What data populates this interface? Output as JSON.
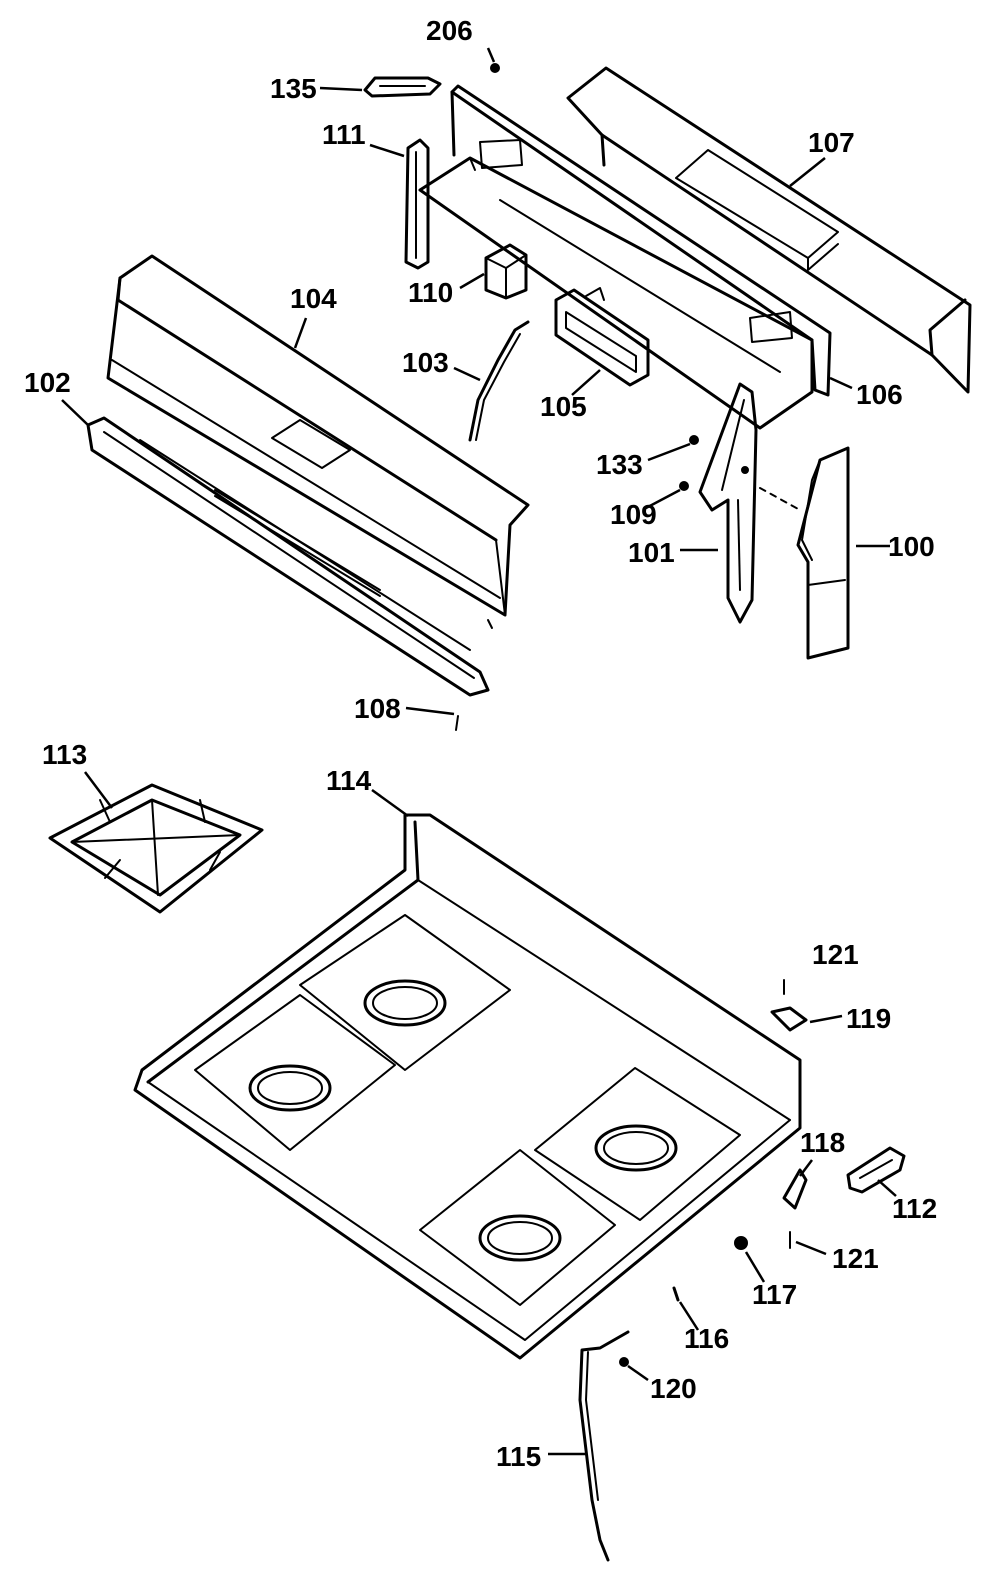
{
  "callouts": {
    "p206": "206",
    "p135": "135",
    "p111": "111",
    "p107": "107",
    "p104": "104",
    "p110": "110",
    "p103": "103",
    "p102": "102",
    "p105": "105",
    "p106": "106",
    "p133": "133",
    "p109": "109",
    "p101": "101",
    "p100": "100",
    "p108": "108",
    "p113": "113",
    "p114": "114",
    "p121a": "121",
    "p119": "119",
    "p118": "118",
    "p112": "112",
    "p121b": "121",
    "p117": "117",
    "p116": "116",
    "p120": "120",
    "p115": "115"
  }
}
